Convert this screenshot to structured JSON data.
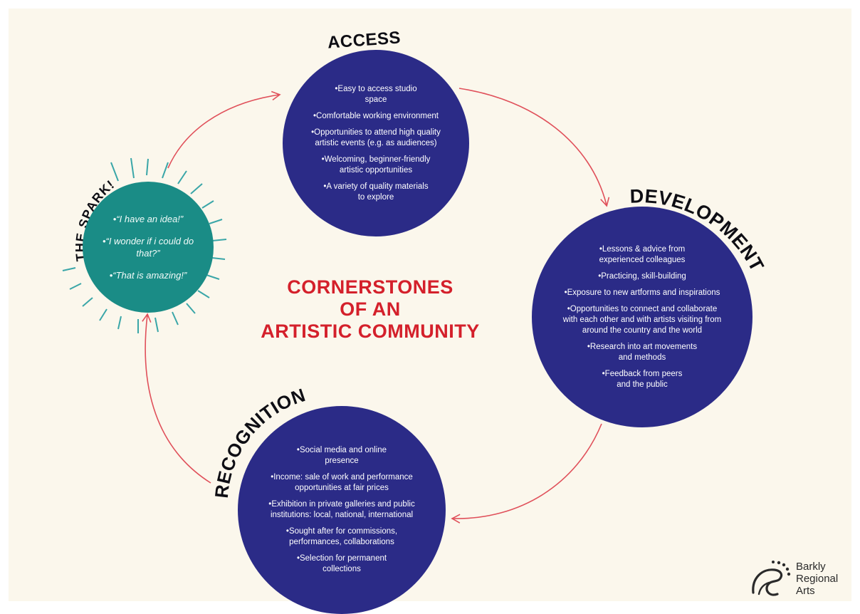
{
  "center_title": "CORNERSTONES\nOF AN\nARTISTIC COMMUNITY",
  "spark": {
    "heading": "THE SPARK!",
    "items": [
      "•“I have an idea!”",
      "•“I wonder if  i could do\nthat?”",
      "•“That is amazing!”"
    ]
  },
  "access": {
    "heading": "ACCESS",
    "items": [
      "•Easy to access studio\nspace",
      "•Comfortable working environment",
      "•Opportunities to attend high quality\nartistic events (e.g. as audiences)",
      "•Welcoming, beginner-friendly\nartistic opportunities",
      "•A variety of  quality materials\nto explore"
    ]
  },
  "development": {
    "heading": "DEVELOPMENT",
    "items": [
      "•Lessons & advice from\nexperienced colleagues",
      "•Practicing, skill-building",
      "•Exposure to new artforms and inspirations",
      "•Opportunities to connect and collaborate\nwith each other and with artists visiting from\naround the country and the world",
      "•Research into art movements\nand methods",
      "•Feedback from peers\nand the public"
    ]
  },
  "recognition": {
    "heading": "RECOGNITION",
    "items": [
      "•Social media and online\npresence",
      "•Income: sale of work and performance\nopportunities at fair prices",
      "•Exhibition in private galleries and public\ninstitutions: local, national, international",
      "•Sought after for commissions,\nperformances, collaborations",
      "•Selection for permanent\ncollections"
    ]
  },
  "logo": {
    "text": "Barkly\nRegional\nArts",
    "icon": "barkly-regional-arts-logo"
  },
  "colors": {
    "background": "#fbf7ec",
    "circle": "#2b2b87",
    "spark": "#1a8c86",
    "rays": "#3aa6a8",
    "arrows": "#e0505a",
    "title": "#d4202b",
    "heading": "#0e0e14"
  }
}
